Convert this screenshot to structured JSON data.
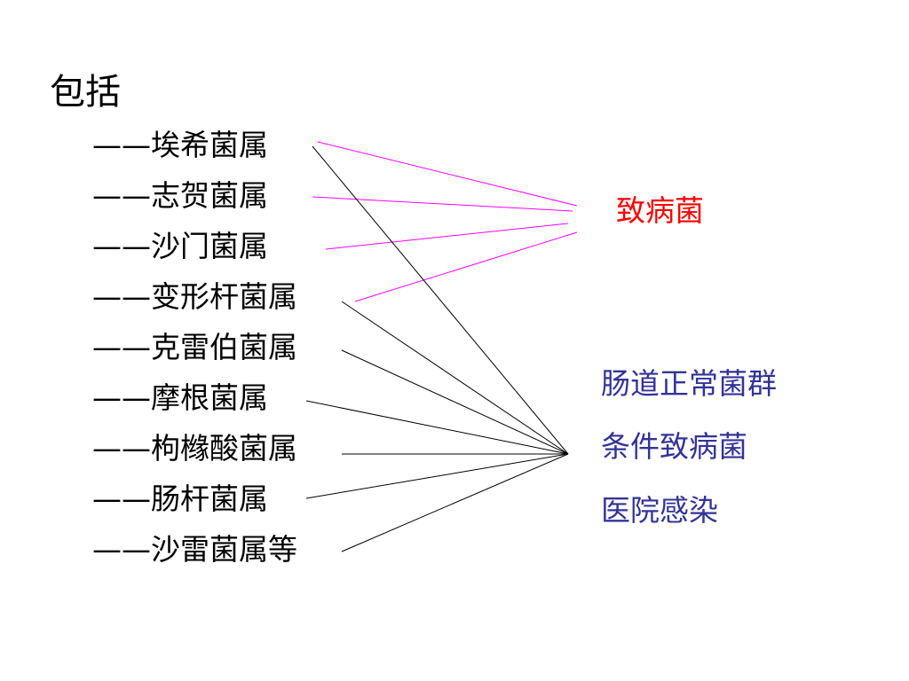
{
  "heading": "包括",
  "genera": [
    "——埃希菌属",
    "——志贺菌属",
    "——沙门菌属",
    "——变形杆菌属",
    "——克雷伯菌属",
    "——摩根菌属",
    "——枸橼酸菌属",
    "——肠杆菌属",
    "——沙雷菌属等"
  ],
  "pathogen_label": "致病菌",
  "flora_labels": [
    "肠道正常菌群",
    "条件致病菌",
    "医院感染"
  ],
  "colors": {
    "text": "#000000",
    "pathogen": "#ff0000",
    "flora": "#333399",
    "pink_line": "#ff00ff",
    "black_line": "#000000"
  },
  "links": {
    "to_pathogen": [
      0,
      1,
      2,
      3
    ],
    "to_flora": [
      0,
      3,
      4,
      5,
      6,
      7,
      8
    ]
  }
}
